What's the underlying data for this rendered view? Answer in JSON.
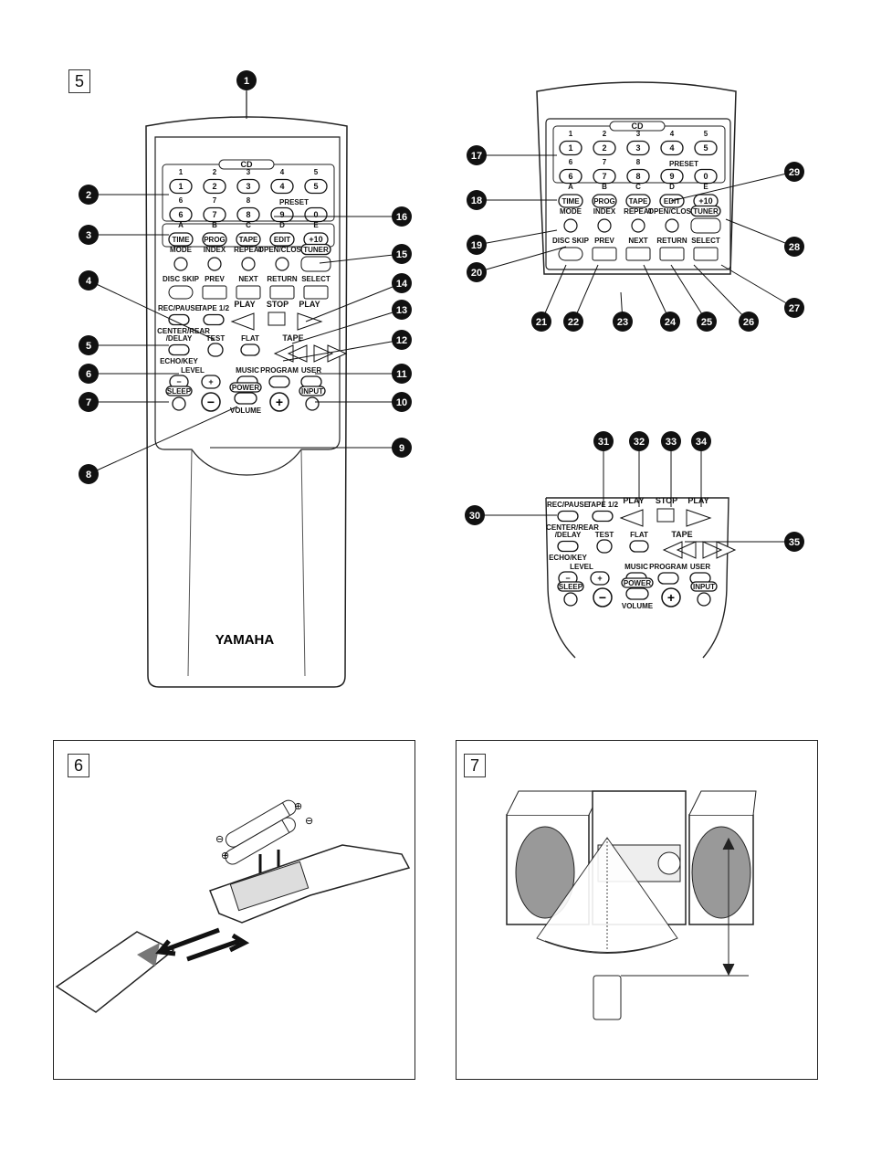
{
  "figures": {
    "fig5": "5",
    "fig6": "6",
    "fig7": "7"
  },
  "brand": "YAMAHA",
  "section_cd": "CD",
  "num_top": [
    "1",
    "2",
    "3",
    "4",
    "5"
  ],
  "num_bot": [
    "6",
    "7",
    "8",
    "9",
    "0"
  ],
  "preset": "PRESET",
  "plus10": "+10",
  "letters": [
    "A",
    "B",
    "C",
    "D",
    "E"
  ],
  "letter_btns": [
    "TIME",
    "PROG",
    "TAPE",
    "EDIT"
  ],
  "row_labels1": [
    "MODE",
    "INDEX",
    "REPEAT",
    "OPEN/CLOSE",
    "TUNER"
  ],
  "row_labels2": [
    "DISC SKIP",
    "PREV",
    "NEXT",
    "RETURN",
    "SELECT"
  ],
  "tape": {
    "rec": "REC/PAUSE",
    "tape12": "TAPE 1/2",
    "play": "PLAY",
    "stop": "STOP",
    "tape": "TAPE"
  },
  "center": {
    "cr1": "CENTER/REAR",
    "cr2": "/DELAY",
    "test": "TEST",
    "flat": "FLAT",
    "echo": "ECHO/KEY",
    "level": "LEVEL",
    "music": "MUSIC",
    "program": "PROGRAM",
    "user": "USER"
  },
  "bottom": {
    "sleep": "SLEEP",
    "power": "POWER",
    "volume": "VOLUME",
    "input": "INPUT"
  },
  "callouts": [
    "1",
    "2",
    "3",
    "4",
    "5",
    "6",
    "7",
    "8",
    "9",
    "10",
    "11",
    "12",
    "13",
    "14",
    "15",
    "16",
    "17",
    "18",
    "19",
    "20",
    "21",
    "22",
    "23",
    "24",
    "25",
    "26",
    "27",
    "28",
    "29",
    "30",
    "31",
    "32",
    "33",
    "34",
    "35"
  ]
}
